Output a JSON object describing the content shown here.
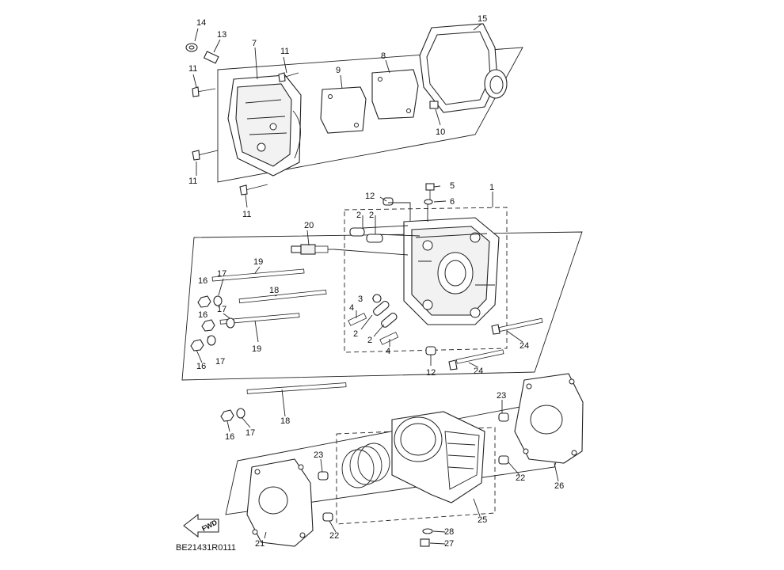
{
  "diagram": {
    "code": "BE21431R0111",
    "direction_label": "FWD",
    "callouts": [
      "14",
      "13",
      "7",
      "11",
      "11",
      "11",
      "11",
      "9",
      "8",
      "15",
      "10",
      "5",
      "6",
      "12",
      "1",
      "2",
      "2",
      "20",
      "19",
      "17",
      "16",
      "18",
      "17",
      "16",
      "19",
      "16",
      "17",
      "3",
      "4",
      "2",
      "2",
      "4",
      "12",
      "24",
      "24",
      "23",
      "18",
      "16",
      "17",
      "23",
      "22",
      "26",
      "28",
      "27",
      "25",
      "21",
      "22"
    ]
  }
}
